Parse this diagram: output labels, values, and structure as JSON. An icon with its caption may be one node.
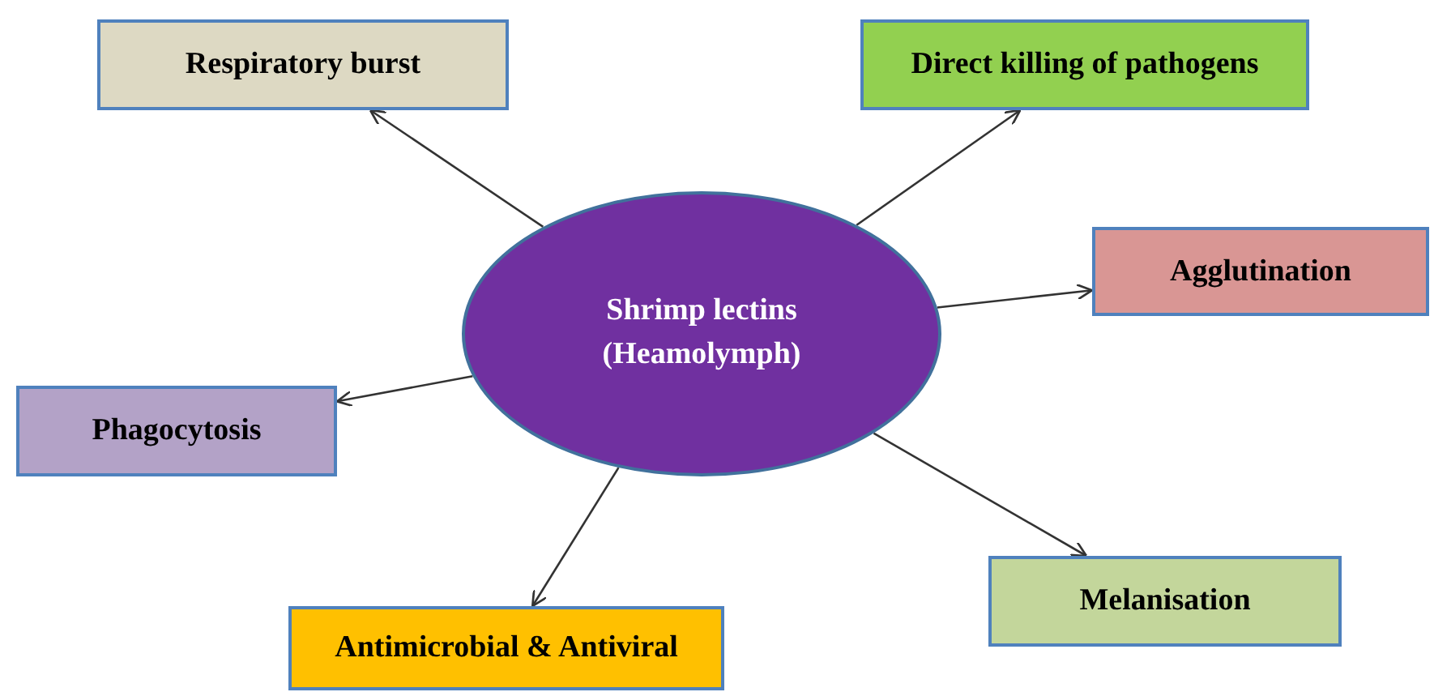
{
  "diagram": {
    "nodes": [
      {
        "text": [
          "Respiratory burst"
        ]
      },
      {
        "text": [
          "Direct killing of pathogens"
        ]
      },
      {
        "text": [
          "Shrimp lectins (Heamolymph)"
        ]
      },
      {
        "text": [
          "Agglutination"
        ]
      },
      {
        "text": [
          "Phagocytosis"
        ]
      },
      {
        "text": [
          "Melanisation"
        ]
      },
      {
        "text": [
          "Antimicrobial & Antiviral"
        ]
      }
    ],
    "edges": [
      {
        "from": 2,
        "to": 0,
        "arrow": "to"
      },
      {
        "from": 2,
        "to": 1,
        "arrow": "to"
      },
      {
        "from": 2,
        "to": 3,
        "arrow": "to"
      },
      {
        "from": 2,
        "to": 4,
        "arrow": "to"
      },
      {
        "from": 2,
        "to": 5,
        "arrow": "to"
      },
      {
        "from": 2,
        "to": 6,
        "arrow": "to"
      }
    ]
  }
}
